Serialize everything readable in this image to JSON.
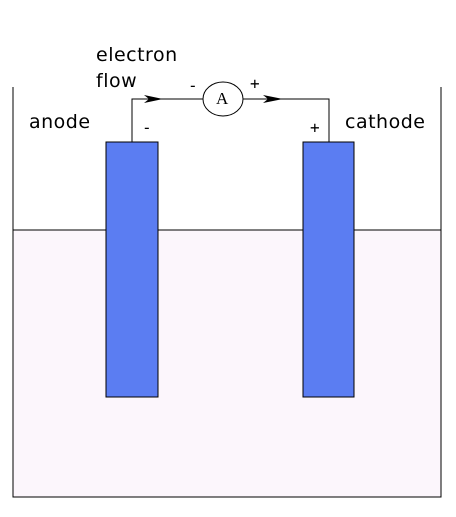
{
  "labels": {
    "electron_flow_line1": "electron",
    "electron_flow_line2": "flow",
    "anode": "anode",
    "cathode": "cathode",
    "ammeter": "A",
    "ammeter_left_sign": "-",
    "ammeter_right_sign": "+",
    "anode_sign": "-",
    "cathode_sign": "+"
  },
  "colors": {
    "electrode": "#5b7df2",
    "electrolyte": "#fcf6fc",
    "line": "#000000"
  }
}
